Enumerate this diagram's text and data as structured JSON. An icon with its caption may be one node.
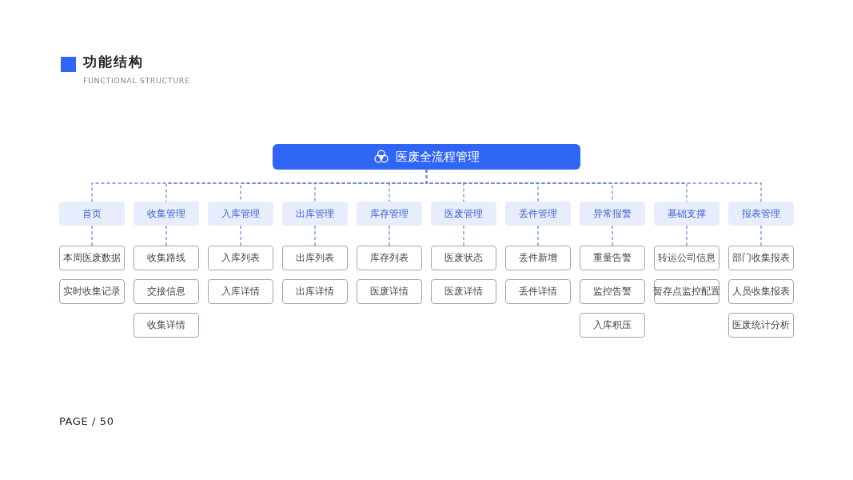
{
  "diagram": {
    "title": "功能结构",
    "nodes": [
      {
        "text": [
          "医废全流程管理"
        ]
      },
      {
        "text": [
          "首页"
        ]
      },
      {
        "text": [
          "收集管理"
        ]
      },
      {
        "text": [
          "入库管理"
        ]
      },
      {
        "text": [
          "出库管理"
        ]
      },
      {
        "text": [
          "库存管理"
        ]
      },
      {
        "text": [
          "医废管理"
        ]
      },
      {
        "text": [
          "丢件管理"
        ]
      },
      {
        "text": [
          "异常报警"
        ]
      },
      {
        "text": [
          "基础支撑"
        ]
      },
      {
        "text": [
          "报表管理"
        ]
      },
      {
        "text": [
          "本周医废数据"
        ]
      },
      {
        "text": [
          "实时收集记录"
        ]
      },
      {
        "text": [
          "收集路线"
        ]
      },
      {
        "text": [
          "交接信息"
        ]
      },
      {
        "text": [
          "收集详情"
        ]
      },
      {
        "text": [
          "入库列表"
        ]
      },
      {
        "text": [
          "入库详情"
        ]
      },
      {
        "text": [
          "出库列表"
        ]
      },
      {
        "text": [
          "出库详情"
        ]
      },
      {
        "text": [
          "库存列表"
        ]
      },
      {
        "text": [
          "医废详情"
        ]
      },
      {
        "text": [
          "医废状态"
        ]
      },
      {
        "text": [
          "医废详情"
        ]
      },
      {
        "text": [
          "丢件新增"
        ]
      },
      {
        "text": [
          "丢件详情"
        ]
      },
      {
        "text": [
          "重量告警"
        ]
      },
      {
        "text": [
          "监控告警"
        ]
      },
      {
        "text": [
          "入库积压"
        ]
      },
      {
        "text": [
          "转运公司信息"
        ]
      },
      {
        "text": [
          "暂存点监控配置"
        ]
      },
      {
        "text": [
          "部门收集报表"
        ]
      },
      {
        "text": [
          "人员收集报表"
        ]
      },
      {
        "text": [
          "医废统计分析"
        ]
      }
    ],
    "edges": [
      {
        "from": 0,
        "to": 1,
        "arrow": "none",
        "style": "dashed"
      },
      {
        "from": 0,
        "to": 2,
        "arrow": "none",
        "style": "dashed"
      },
      {
        "from": 0,
        "to": 3,
        "arrow": "none",
        "style": "dashed"
      },
      {
        "from": 0,
        "to": 4,
        "arrow": "none",
        "style": "dashed"
      },
      {
        "from": 0,
        "to": 5,
        "arrow": "none",
        "style": "dashed"
      },
      {
        "from": 0,
        "to": 6,
        "arrow": "none",
        "style": "dashed"
      },
      {
        "from": 0,
        "to": 7,
        "arrow": "none",
        "style": "dashed"
      },
      {
        "from": 0,
        "to": 8,
        "arrow": "none",
        "style": "dashed"
      },
      {
        "from": 0,
        "to": 9,
        "arrow": "none",
        "style": "dashed"
      },
      {
        "from": 0,
        "to": 10,
        "arrow": "none",
        "style": "dashed"
      },
      {
        "from": 1,
        "to": 11,
        "arrow": "none",
        "style": "dashed"
      },
      {
        "from": 2,
        "to": 13,
        "arrow": "none",
        "style": "dashed"
      },
      {
        "from": 3,
        "to": 16,
        "arrow": "none",
        "style": "dashed"
      },
      {
        "from": 4,
        "to": 18,
        "arrow": "none",
        "style": "dashed"
      },
      {
        "from": 5,
        "to": 20,
        "arrow": "none",
        "style": "dashed"
      },
      {
        "from": 6,
        "to": 22,
        "arrow": "none",
        "style": "dashed"
      },
      {
        "from": 7,
        "to": 24,
        "arrow": "none",
        "style": "dashed"
      },
      {
        "from": 8,
        "to": 26,
        "arrow": "none",
        "style": "dashed"
      },
      {
        "from": 9,
        "to": 29,
        "arrow": "none",
        "style": "dashed"
      },
      {
        "from": 10,
        "to": 31,
        "arrow": "none",
        "style": "dashed"
      }
    ],
    "labels": [
      "FUNCTIONAL STRUCTURE",
      "PAGE / 50"
    ]
  }
}
